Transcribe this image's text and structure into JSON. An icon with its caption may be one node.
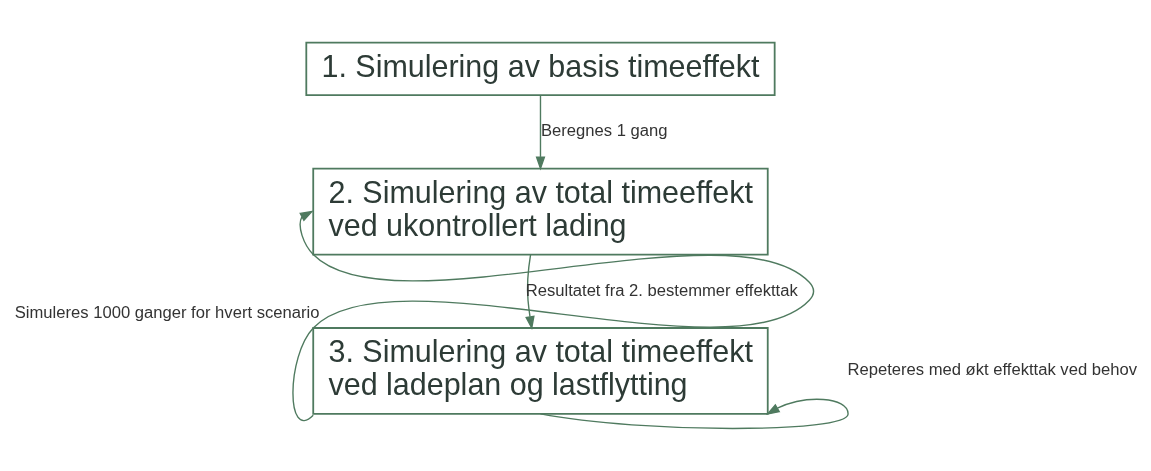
{
  "diagram": {
    "nodes": [
      {
        "text": [
          "1. Simulering av basis timeeffekt"
        ]
      },
      {
        "text": [
          "2. Simulering av total timeeffekt ved ukontrollert lading"
        ]
      },
      {
        "text": [
          "3. Simulering av total timeeffekt ved ladeplan og lastflytting"
        ]
      }
    ],
    "edges": [
      {
        "from": 0,
        "to": 1,
        "arrow": "to",
        "label": "Beregnes 1 gang"
      },
      {
        "from": 1,
        "to": 2,
        "arrow": "to",
        "label": "Resultatet fra 2. bestemmer effekttak"
      },
      {
        "from": 2,
        "to": 2,
        "arrow": "to",
        "label": "Repeteres med økt effekttak ved behov"
      },
      {
        "from": 2,
        "to": 1,
        "arrow": "to",
        "label": "Simuleres 1000 ganger for hvert scenario"
      }
    ]
  }
}
